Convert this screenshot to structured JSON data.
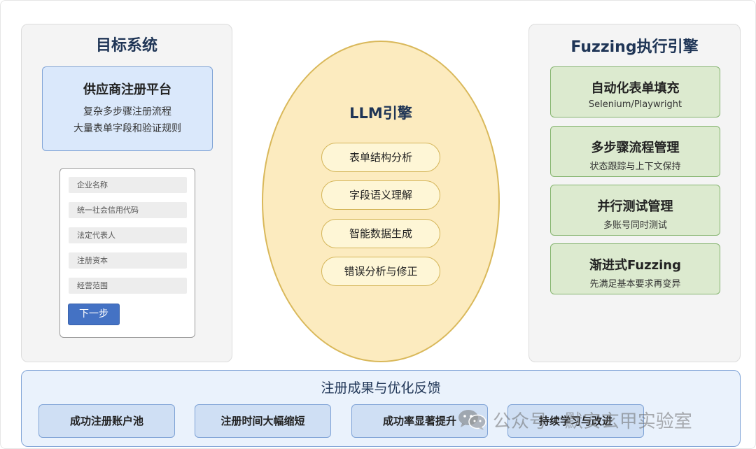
{
  "target_system": {
    "title": "目标系统",
    "vendor": {
      "title": "供应商注册平台",
      "line1": "复杂多步骤注册流程",
      "line2": "大量表单字段和验证规则"
    },
    "form": {
      "fields": [
        "企业名称",
        "统一社会信用代码",
        "法定代表人",
        "注册资本",
        "经营范围"
      ],
      "button": "下一步"
    }
  },
  "llm_engine": {
    "title": "LLM引擎",
    "items": [
      "表单结构分析",
      "字段语义理解",
      "智能数据生成",
      "错误分析与修正"
    ]
  },
  "fuzzing_engine": {
    "title": "Fuzzing执行引擎",
    "items": [
      {
        "title": "自动化表单填充",
        "subtitle": "Selenium/Playwright"
      },
      {
        "title": "多步骤流程管理",
        "subtitle": "状态跟踪与上下文保持"
      },
      {
        "title": "并行测试管理",
        "subtitle": "多账号同时测试"
      },
      {
        "title": "渐进式Fuzzing",
        "subtitle": "先满足基本要求再变异"
      }
    ]
  },
  "results": {
    "title": "注册成果与优化反馈",
    "items": [
      "成功注册账户池",
      "注册时间大幅缩短",
      "成功率显著提升",
      "持续学习与改进"
    ]
  },
  "watermark": {
    "text": "公众号 · 默安玄甲实验室",
    "icon": "wechat-icon"
  },
  "colors": {
    "title_navy": "#1f3556",
    "blue_box": "#dae8fb",
    "green_box": "#dceacf",
    "llm_yellow": "#fcebbf",
    "button_blue": "#4472c4"
  }
}
